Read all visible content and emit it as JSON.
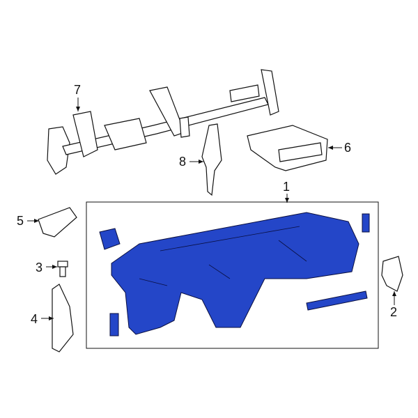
{
  "diagram": {
    "colors": {
      "highlight": "#2446c8",
      "outline": "#111111"
    },
    "callouts": [
      {
        "id": "1",
        "label": "1"
      },
      {
        "id": "2",
        "label": "2"
      },
      {
        "id": "3",
        "label": "3"
      },
      {
        "id": "4",
        "label": "4"
      },
      {
        "id": "5",
        "label": "5"
      },
      {
        "id": "6",
        "label": "6"
      },
      {
        "id": "7",
        "label": "7"
      },
      {
        "id": "8",
        "label": "8"
      }
    ]
  }
}
